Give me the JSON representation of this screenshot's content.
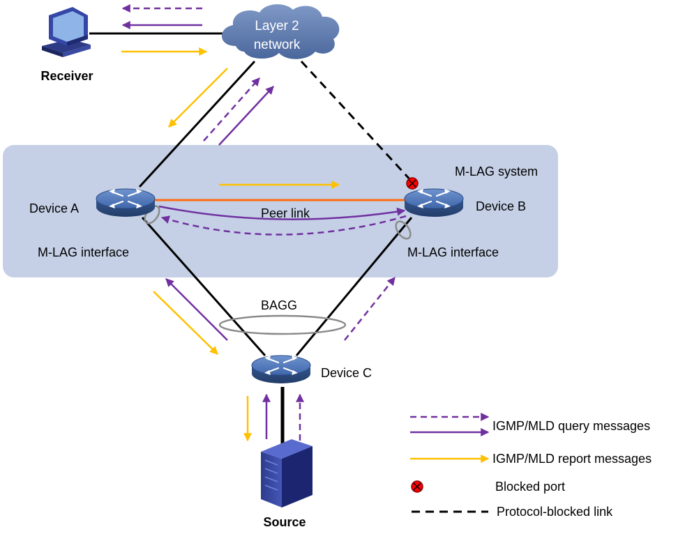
{
  "colors": {
    "system_area": "#c5d0e6",
    "query": "#7030a0",
    "report": "#ffc000",
    "peer_link": "#ff6a10",
    "link": "#000000",
    "blocked_port": "#ff0000",
    "cloud": "#5b78a8",
    "device": "#4a73b5"
  },
  "nodes": {
    "receiver": {
      "label": "Receiver",
      "icon": "computer-icon"
    },
    "cloud": {
      "line1": "Layer 2",
      "line2": "network",
      "icon": "cloud-icon"
    },
    "device_a": {
      "label": "Device A",
      "icon": "switch-icon"
    },
    "device_b": {
      "label": "Device B",
      "icon": "switch-icon"
    },
    "device_c": {
      "label": "Device C",
      "icon": "switch-icon"
    },
    "source": {
      "label": "Source",
      "icon": "server-icon"
    }
  },
  "system": {
    "label": "M-LAG system",
    "peer_link_label": "Peer link",
    "mlag_interface_a": "M-LAG interface",
    "mlag_interface_b": "M-LAG interface",
    "bagg_label": "BAGG"
  },
  "legend": {
    "query_dashed": "IGMP/MLD query messages",
    "report": "IGMP/MLD report messages",
    "blocked_port": "Blocked port",
    "protocol_blocked": "Protocol-blocked link"
  }
}
